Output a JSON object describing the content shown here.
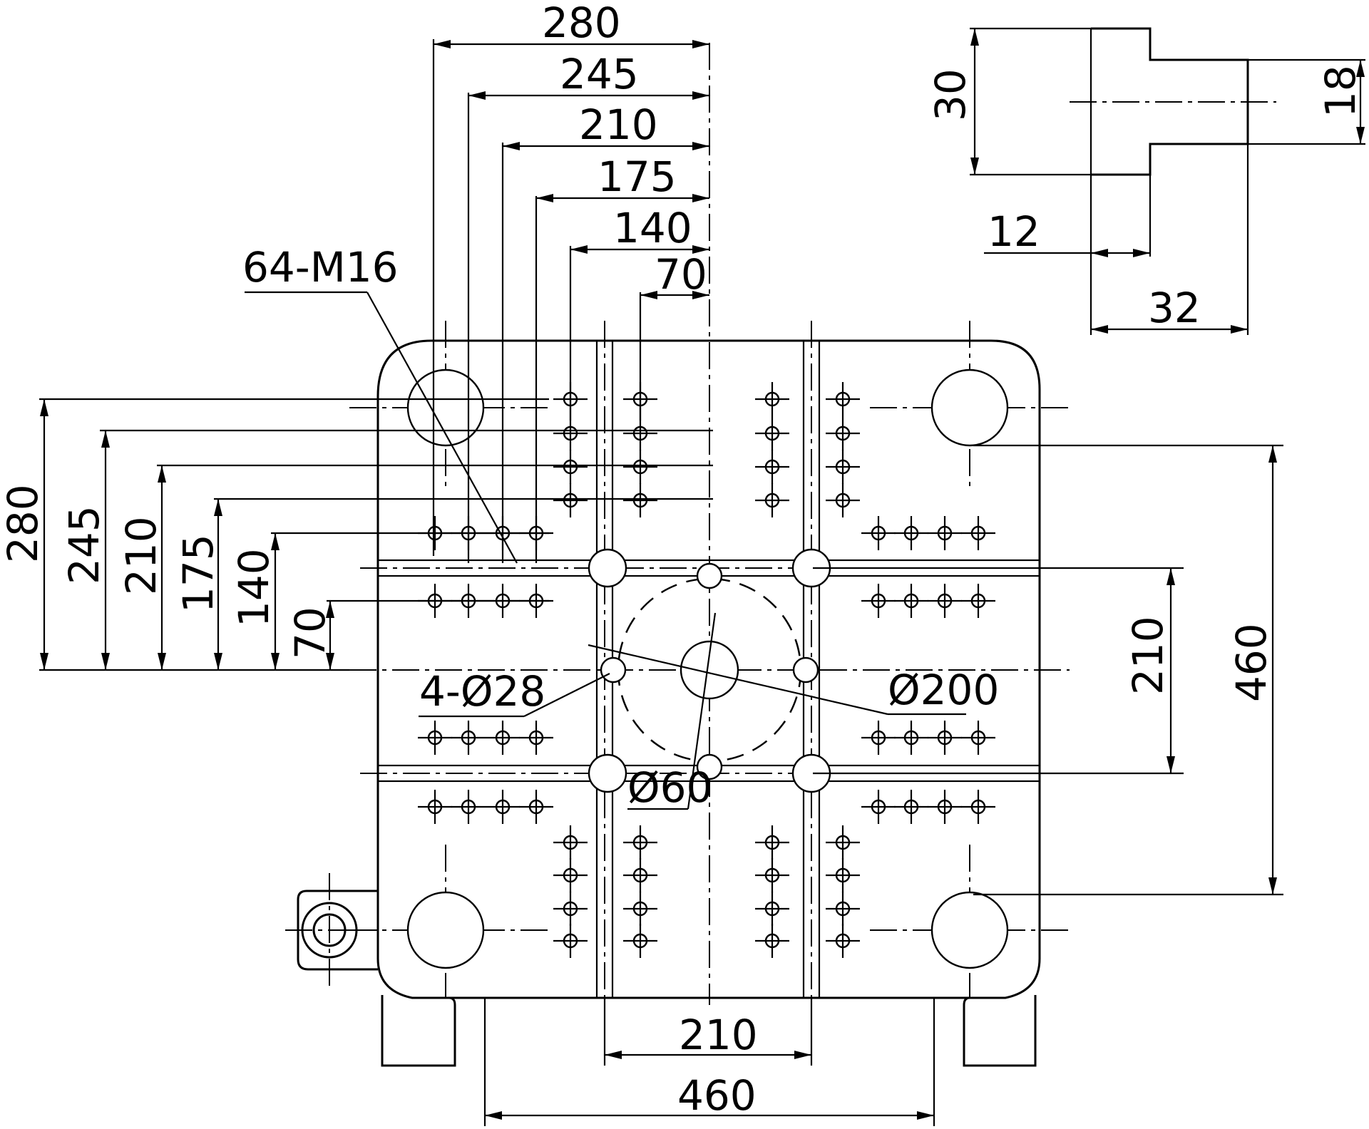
{
  "drawing": {
    "thread_holes_label": "64-M16",
    "small_holes_label": "4-Ø28",
    "center_hole_label": "Ø60",
    "bolt_circle_label": "Ø200",
    "top_dims": [
      "280",
      "245",
      "210",
      "175",
      "140",
      "70"
    ],
    "left_dims": [
      "280",
      "245",
      "210",
      "175",
      "140",
      "70"
    ],
    "right_inner_dim": "210",
    "right_outer_dim": "460",
    "bottom_inner_dim": "210",
    "bottom_outer_dim": "460",
    "slot_detail": {
      "height_outer": "30",
      "height_inner": "18",
      "width_step": "12",
      "width_total": "32"
    }
  }
}
